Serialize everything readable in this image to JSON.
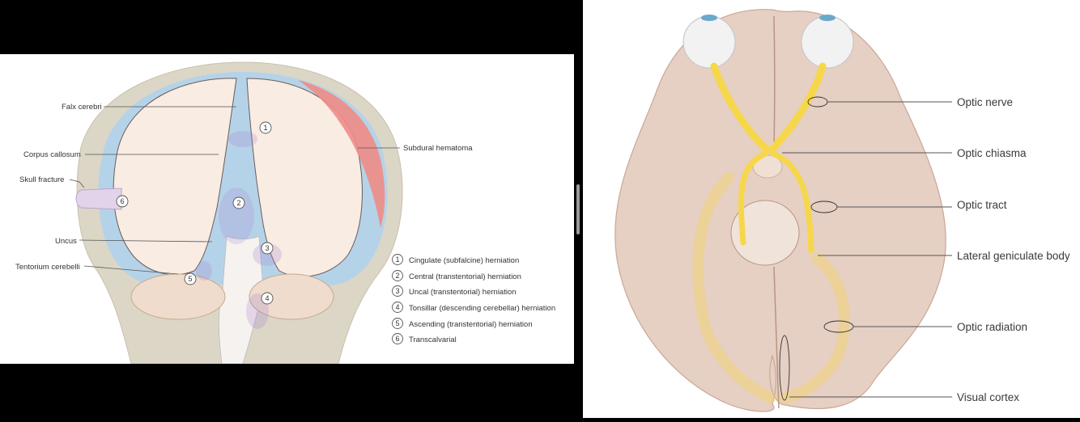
{
  "left_figure": {
    "labels": {
      "falx": "Falx cerebri",
      "corpus": "Corpus callosum",
      "skull": "Skull fracture",
      "uncus": "Uncus",
      "tentorium": "Tentorium cerebelli",
      "subdural": "Subdural hematoma"
    },
    "markers": [
      "1",
      "2",
      "3",
      "4",
      "5",
      "6"
    ],
    "legend": [
      {
        "num": "1",
        "text": "Cingulate (subfalcine) herniation"
      },
      {
        "num": "2",
        "text": "Central (transtentorial) herniation"
      },
      {
        "num": "3",
        "text": "Uncal (transtentorial) herniation"
      },
      {
        "num": "4",
        "text": "Tonsillar (descending cerebellar) herniation"
      },
      {
        "num": "5",
        "text": "Ascending (transtentorial) herniation"
      },
      {
        "num": "6",
        "text": "Transcalvarial"
      }
    ],
    "colors": {
      "skull": "#dcd6c6",
      "csf": "#b5d3e8",
      "brain": "#f8ece3",
      "hematoma": "#ee8c87",
      "herniation": "#a27ed0"
    }
  },
  "right_figure": {
    "labels": {
      "nerve": "Optic nerve",
      "chiasma": "Optic chiasma",
      "tract": "Optic tract",
      "lgb": "Lateral geniculate body",
      "radiation": "Optic radiation",
      "cortex": "Visual cortex"
    },
    "colors": {
      "brain": "#e6cfc3",
      "pathway": "#f6d74a",
      "eye": "#f2f2f2",
      "iris": "#6aa9c9"
    }
  }
}
